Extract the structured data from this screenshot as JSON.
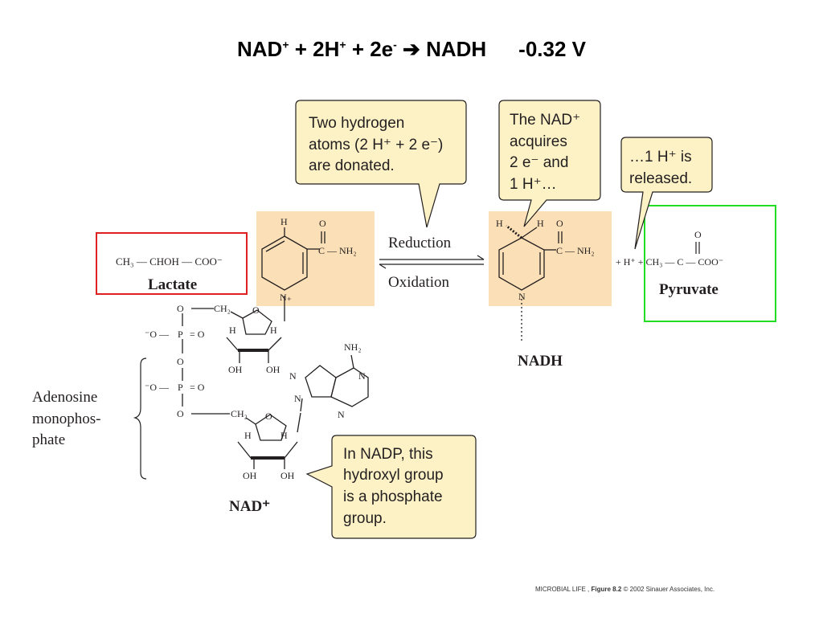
{
  "title": {
    "p1": "NAD",
    "sup1": "+",
    "p2": " + 2H",
    "sup2": "+",
    "p3": " + 2e",
    "sup3": "-",
    "arrow": " ➔ ",
    "p4": "NADH",
    "potential": "-0.32 V"
  },
  "callouts": {
    "donated": [
      "Two hydrogen",
      "atoms (2 H⁺ + 2 e⁻)",
      "are donated."
    ],
    "acquires": [
      "The NAD⁺",
      "acquires",
      "2 e⁻ and",
      "1 H⁺…"
    ],
    "released": [
      "…1 H⁺ is",
      "released."
    ],
    "nadp": [
      "In NADP, this",
      "hydroxyl group",
      "is a phosphate",
      "group."
    ]
  },
  "labels": {
    "lactate_formula": "CH₃ — CHOH — COO⁻",
    "lactate": "Lactate",
    "pyruvate_formula": "+ H⁺ + CH₃ — C — COO⁻",
    "pyruvate": "Pyruvate",
    "reduction": "Reduction",
    "oxidation": "Oxidation",
    "nadh": "NADH",
    "nad": "NAD⁺",
    "amp": [
      "Adenosine",
      "monophos-",
      "phate"
    ],
    "nh2": "C — NH₂",
    "nh2_adenine": "NH₂",
    "oh": "OH",
    "h": "H",
    "n_plus": "N₊",
    "n": "N",
    "o": "O",
    "ch2": "CH₂",
    "p": "P",
    "o_minus": "⁻O —",
    "eq_o": "= O"
  },
  "footer": {
    "book": "MICROBIAL LIFE ,",
    "figure": "Figure 8.2",
    "copyright": "© 2002 Sinauer Associates, Inc."
  },
  "colors": {
    "highlight": "#fbdfb6",
    "callout_fill": "#fdf2c6",
    "lactate_box": "#e02020",
    "pyruvate_box": "#22dd22"
  }
}
